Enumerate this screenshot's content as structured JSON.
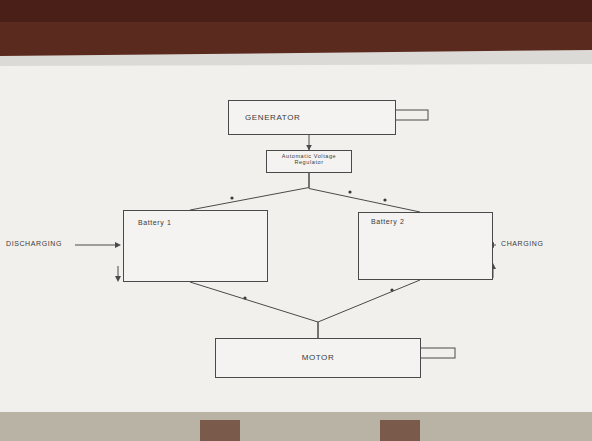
{
  "diagram": {
    "nodes": [
      {
        "text": [
          "GENERATOR"
        ]
      },
      {
        "text": [
          "Automatic Voltage Regulator"
        ]
      },
      {
        "text": [
          "Battery 1"
        ]
      },
      {
        "text": [
          "Battery 2"
        ]
      },
      {
        "text": [
          "MOTOR"
        ]
      }
    ],
    "edges": [
      {
        "from": 0,
        "to": 1,
        "arrow": "to"
      },
      {
        "from": 1,
        "to": 2,
        "arrow": "none"
      },
      {
        "from": 1,
        "to": 3,
        "arrow": "none"
      },
      {
        "from": 2,
        "to": 4,
        "arrow": "none"
      },
      {
        "from": 3,
        "to": 4,
        "arrow": "none"
      }
    ],
    "labels": [
      "DISCHARGING",
      "CHARGING"
    ]
  }
}
